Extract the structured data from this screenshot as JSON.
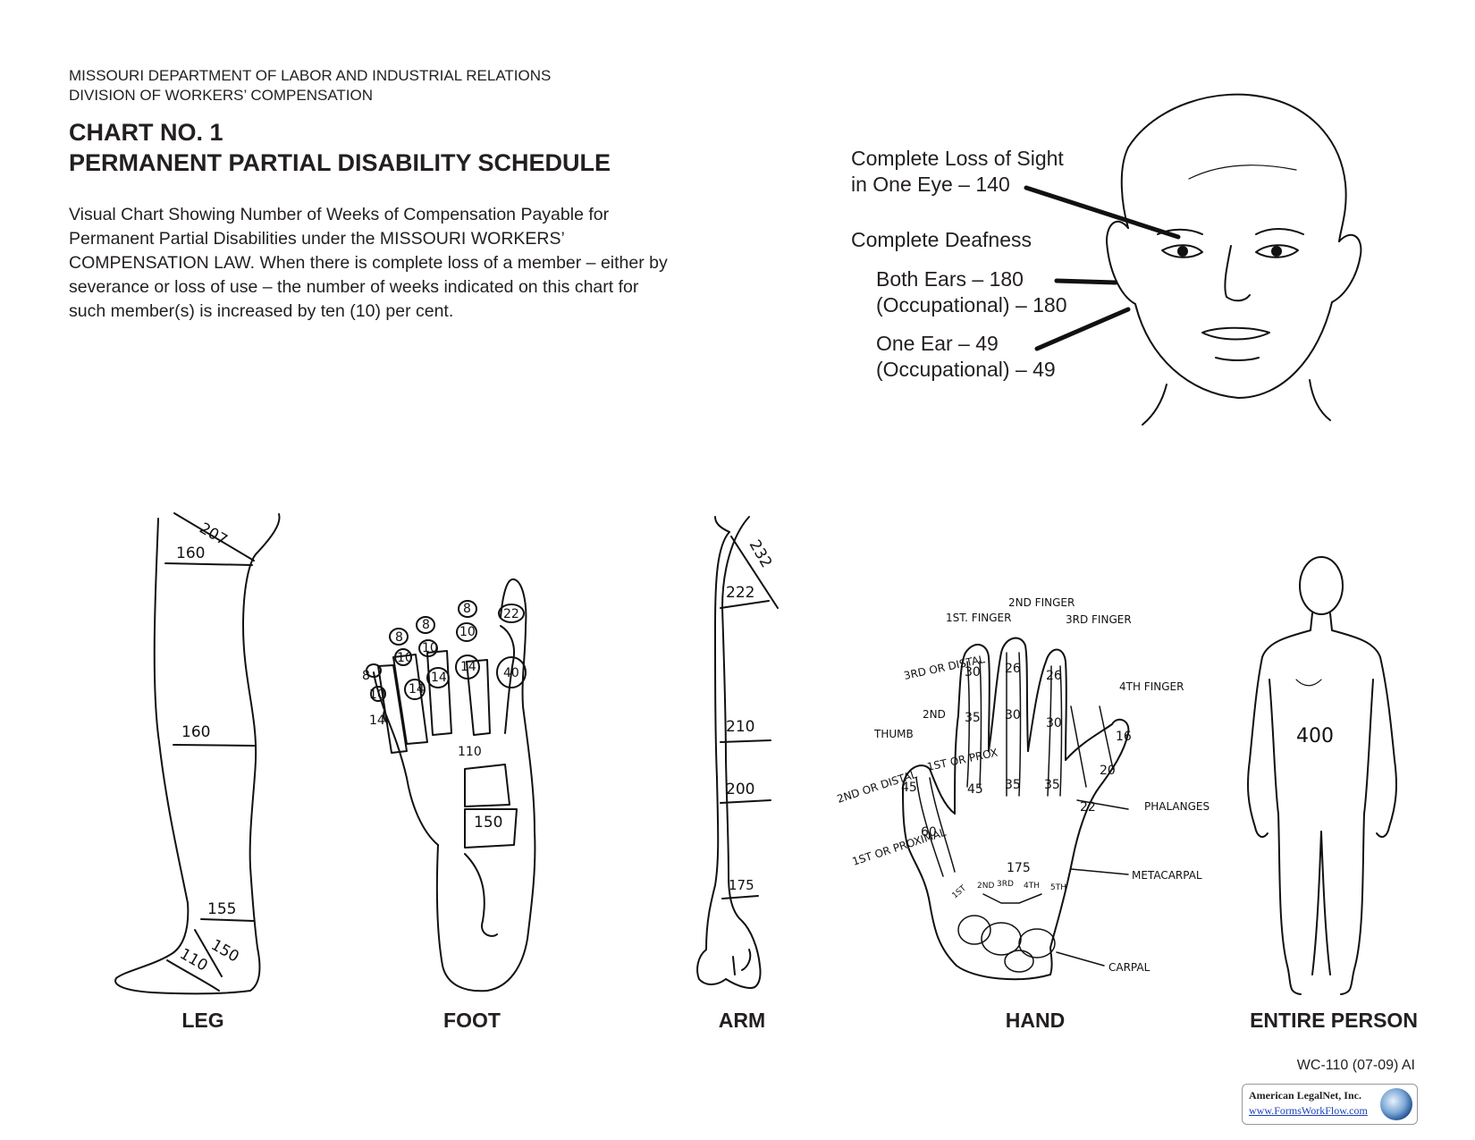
{
  "header": {
    "agency_line1": "MISSOURI DEPARTMENT OF LABOR AND INDUSTRIAL RELATIONS",
    "agency_line2": "DIVISION OF WORKERS’ COMPENSATION",
    "chart_no": "CHART NO. 1",
    "title": "PERMANENT PARTIAL DISABILITY SCHEDULE"
  },
  "intro": "Visual Chart Showing Number of Weeks of Compensation Payable for Permanent Partial Disabilities under the MISSOURI WORKERS’ COMPENSATION LAW. When there is complete loss of a member – either by severance or loss of use – the number of weeks indicated on this chart for such member(s) is increased by ten (10) per cent.",
  "face": {
    "sight_line1": "Complete Loss of Sight",
    "sight_line2": "in One Eye – 140",
    "deafness": "Complete Deafness",
    "both_ears": "Both Ears – 180",
    "both_ears_occ": "(Occupational) – 180",
    "one_ear": "One Ear – 49",
    "one_ear_occ": "(Occupational) – 49"
  },
  "leg": {
    "label": "LEG",
    "values": [
      "207",
      "160",
      "160",
      "155",
      "150",
      "110"
    ]
  },
  "foot": {
    "label": "FOOT",
    "values": [
      "22",
      "40",
      "8",
      "10",
      "14",
      "110",
      "8",
      "10",
      "14",
      "8",
      "10",
      "14",
      "8",
      "10",
      "14",
      "150"
    ]
  },
  "arm": {
    "label": "ARM",
    "values": [
      "232",
      "222",
      "210",
      "200",
      "175"
    ]
  },
  "hand": {
    "label": "HAND",
    "labels": {
      "finger1": "1ST. FINGER",
      "finger2": "2ND FINGER",
      "finger3": "3RD FINGER",
      "finger4": "4TH FINGER",
      "third_distal": "3RD OR DISTAL",
      "second": "2ND",
      "thumb": "THUMB",
      "first_prox": "1ST OR PROX",
      "second_distal": "2ND OR DISTAL",
      "first_proximal": "1ST OR PROXIMAL",
      "phalanges": "PHALANGES",
      "metacarpal": "METACARPAL",
      "carpal": "CARPAL",
      "m1": "1ST",
      "m2": "2ND",
      "m3": "3RD",
      "m4": "4TH",
      "m5": "5TH"
    },
    "values": [
      "30",
      "35",
      "45",
      "26",
      "30",
      "35",
      "26",
      "30",
      "35",
      "16",
      "20",
      "22",
      "45",
      "60",
      "175"
    ]
  },
  "entire_person": {
    "label": "ENTIRE PERSON",
    "value": "400"
  },
  "footer": {
    "form_number": "WC-110 (07-09)  AI",
    "logo_name": "American LegalNet, Inc.",
    "logo_url": "www.FormsWorkFlow.com"
  }
}
